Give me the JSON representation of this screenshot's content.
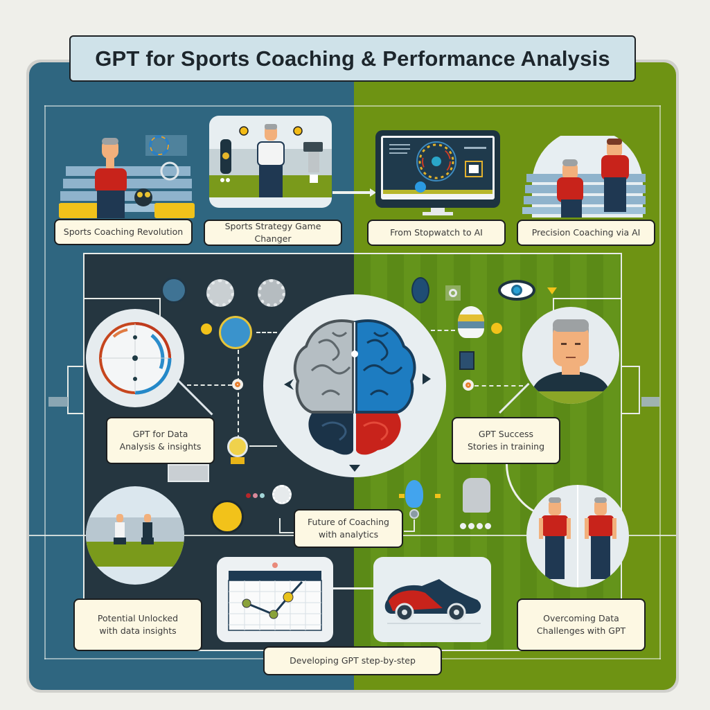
{
  "title": "GPT for Sports Coaching & Performance Analysis",
  "colors": {
    "background": "#efefea",
    "left_field": "#2f6680",
    "right_field": "#6e9313",
    "inner_left": "#253640",
    "inner_right": "#5f8e18",
    "title_box": "#cfe2e9",
    "label_box": "#fdf8e3",
    "accent_red": "#c8231b",
    "accent_blue": "#1f7bbf",
    "accent_yellow": "#f2c21a"
  },
  "top_row": [
    {
      "label": "Sports Coaching Revolution",
      "icon": "coach-on-bench-illustration"
    },
    {
      "label": "Sports Strategy Game Changer",
      "icon": "athlete-with-equipment-illustration"
    },
    {
      "label": "From Stopwatch to AI",
      "icon": "analytics-monitor-illustration"
    },
    {
      "label": "Precision Coaching via AI",
      "icon": "two-coaches-on-bench-illustration"
    }
  ],
  "center": {
    "icon": "brain-icon",
    "label": "Future of Coaching with analytics"
  },
  "middle_labels": {
    "left": {
      "line1": "GPT for Data",
      "line2": "Analysis & insights",
      "icon": "performance-dial-icon"
    },
    "right": {
      "line1": "GPT Success",
      "line2": "Stories in training",
      "icon": "coach-portrait-icon"
    }
  },
  "bottom_labels": {
    "left": {
      "line1": "Potential Unlocked",
      "line2": "with data insights",
      "icon": "players-training-illustration"
    },
    "center": {
      "label": "Developing GPT step-by-step",
      "icons": [
        "line-chart-icon",
        "sneaker-icon"
      ]
    },
    "right": {
      "line1": "Overcoming Data",
      "line2": "Challenges with GPT",
      "icon": "two-coaches-standing-illustration"
    }
  },
  "decorative_icons": [
    "gear-icon",
    "eye-icon",
    "lightbulb-icon",
    "trophy-icon",
    "volleyball-icon",
    "football-icon",
    "tablet-icon",
    "robot-icon"
  ]
}
